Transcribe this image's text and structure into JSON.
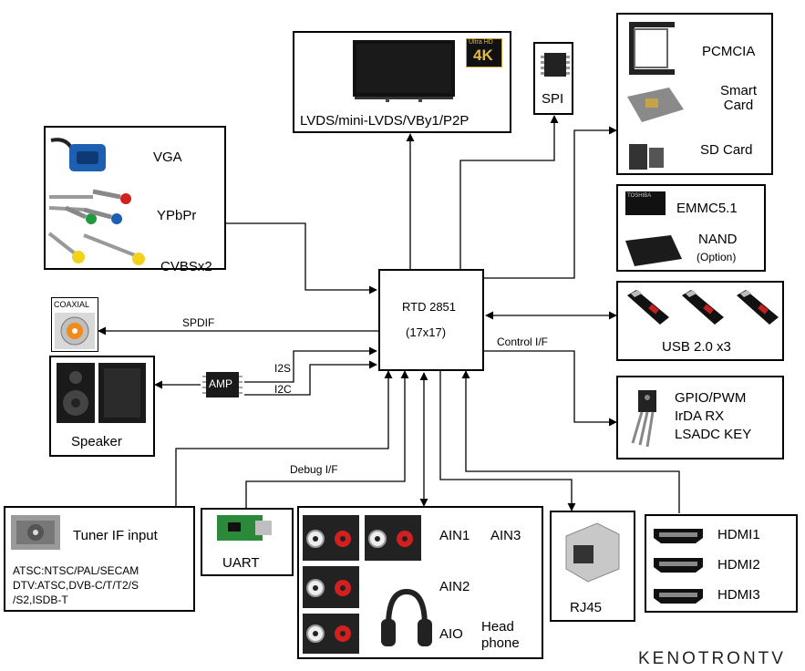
{
  "center_chip": {
    "name": "RTD 2851",
    "package": "(17x17)"
  },
  "display": {
    "label": "LVDS/mini-LVDS/VBy1/P2P",
    "badge_top": "Ultra HD",
    "badge_main": "4K"
  },
  "spi": {
    "label": "SPI"
  },
  "cards": {
    "items": [
      "PCMCIA",
      "Smart Card",
      "SD Card"
    ]
  },
  "storage": {
    "emmc": "EMMC5.1",
    "nand": "NAND",
    "nand_note": "(Option)",
    "chip_text": "TOSHIBA"
  },
  "usb": {
    "label": "USB 2.0 x3"
  },
  "gpio": {
    "lines": [
      "GPIO/PWM",
      "IrDA RX",
      "LSADC KEY"
    ]
  },
  "video_inputs": {
    "items": [
      "VGA",
      "YPbPr",
      "CVBSx2"
    ]
  },
  "coaxial": {
    "label": "COAXIAL"
  },
  "speaker": {
    "label": "Speaker"
  },
  "amp": {
    "label": "AMP"
  },
  "links": {
    "spdif": "SPDIF",
    "i2s": "I2S",
    "i2c": "I2C",
    "debug": "Debug I/F",
    "control": "Control I/F"
  },
  "tuner": {
    "title": "Tuner IF input",
    "atsc": "ATSC:NTSC/PAL/SECAM",
    "dtv1": "DTV:ATSC,DVB-C/T/T2/S",
    "dtv2": "/S2,ISDB-T"
  },
  "uart": {
    "label": "UART"
  },
  "audio": {
    "ain1": "AIN1",
    "ain3": "AIN3",
    "ain2": "AIN2",
    "aio": "AIO",
    "headphone1": "Head",
    "headphone2": "phone"
  },
  "rj45": {
    "label": "RJ45"
  },
  "hdmi": {
    "items": [
      "HDMI1",
      "HDMI2",
      "HDMI3"
    ]
  },
  "watermark": "KENOTRONTV",
  "colors": {
    "line": "#000000",
    "rca_red": "#d21f1f",
    "rca_yellow": "#f2d21a",
    "rca_green": "#1e9a3c",
    "vga_blue": "#1d5fb0"
  }
}
